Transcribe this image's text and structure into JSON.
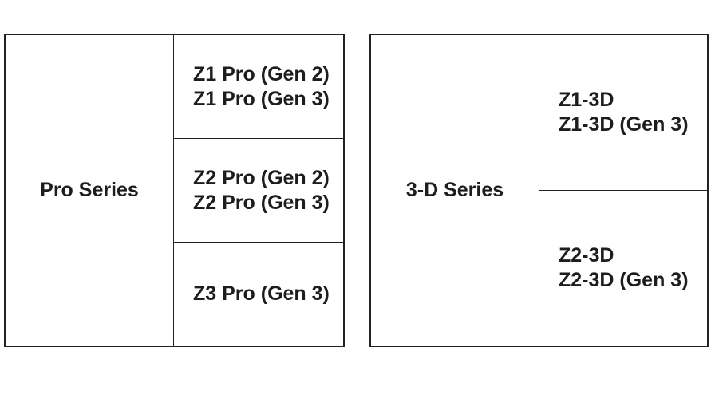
{
  "colors": {
    "background": "#ffffff",
    "border": "#222222",
    "text": "#1d1d1d"
  },
  "tables": [
    {
      "header": "Pro Series",
      "rows": [
        {
          "lines": [
            "Z1 Pro (Gen 2)",
            "Z1 Pro (Gen 3)"
          ]
        },
        {
          "lines": [
            "Z2 Pro (Gen 2)",
            "Z2 Pro (Gen 3)"
          ]
        },
        {
          "lines": [
            "Z3 Pro (Gen 3)"
          ]
        }
      ]
    },
    {
      "header": "3-D Series",
      "rows": [
        {
          "lines": [
            "Z1-3D",
            "Z1-3D (Gen 3)"
          ]
        },
        {
          "lines": [
            "Z2-3D",
            "Z2-3D (Gen 3)"
          ]
        }
      ]
    }
  ]
}
